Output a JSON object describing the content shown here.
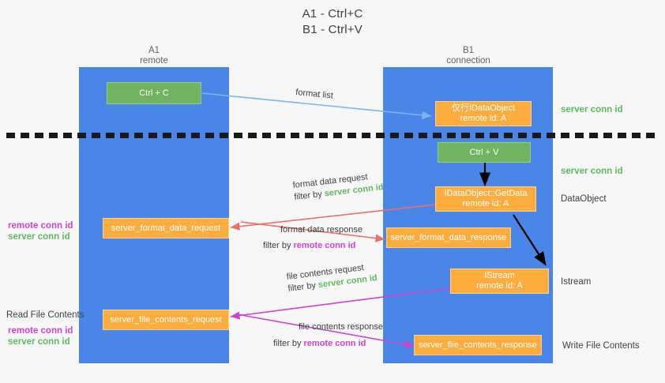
{
  "title": {
    "line1": "A1 - Ctrl+C",
    "line2": "B1 - Ctrl+V"
  },
  "colors": {
    "lane": "#4a86e8",
    "green_node": "#72b362",
    "orange_node": "#fcad3e",
    "server_conn_id": "#5fb95f",
    "remote_conn_id": "#cc44cc",
    "arrow_blue": "#7cb5e8",
    "arrow_red": "#e8706a",
    "arrow_magenta": "#cc44cc",
    "arrow_black": "#000000",
    "text": "#3c4043"
  },
  "columns": [
    {
      "name": "A1",
      "sub": "remote"
    },
    {
      "name": "B1",
      "sub": "connection"
    }
  ],
  "nodes": {
    "ctrl_c": {
      "line1": "Ctrl + C",
      "line2": ""
    },
    "idataobject_top": {
      "line1": "仅行IDataObject",
      "line2": "remote id: A"
    },
    "ctrl_v": {
      "line1": "Ctrl + V",
      "line2": ""
    },
    "getdata": {
      "line1": "IDataObject::GetData",
      "line2": "remote id: A"
    },
    "server_format_data_request": {
      "line1": "server_format_data_request",
      "line2": ""
    },
    "server_format_data_response": {
      "line1": "server_format_data_response",
      "line2": ""
    },
    "istream": {
      "line1": "IStream",
      "line2": "remote id: A"
    },
    "server_file_contents_request": {
      "line1": "server_file_contents_request",
      "line2": ""
    },
    "server_file_contents_response": {
      "line1": "server_file_contents_response",
      "line2": ""
    }
  },
  "edge_labels": {
    "format_list": "format list",
    "format_data_request": "format data request",
    "format_data_request_filter_prefix": "filter by ",
    "format_data_request_filter_value": "server conn id",
    "format_data_response": "format data response",
    "format_data_response_filter_prefix": "filter by ",
    "format_data_response_filter_value": "remote conn id",
    "file_contents_request": "file contents request",
    "file_contents_request_filter_prefix": "filter by ",
    "file_contents_request_filter_value": "server conn id",
    "file_contents_response": "file contents response",
    "file_contents_response_filter_prefix": "filter by ",
    "file_contents_response_filter_value": "remote conn id"
  },
  "right_annotations": {
    "server_conn_id_top": "server conn id",
    "server_conn_id_mid": "server conn id",
    "dataobject": "DataObject",
    "istream": "Istream",
    "write_file_contents": "Write File Contents"
  },
  "left_annotations": {
    "remote_conn_id_upper": "remote conn id",
    "server_conn_id_upper": "server conn id",
    "read_file_contents": "Read File Contents",
    "remote_conn_id_lower": "remote conn id",
    "server_conn_id_lower": "server conn id"
  }
}
